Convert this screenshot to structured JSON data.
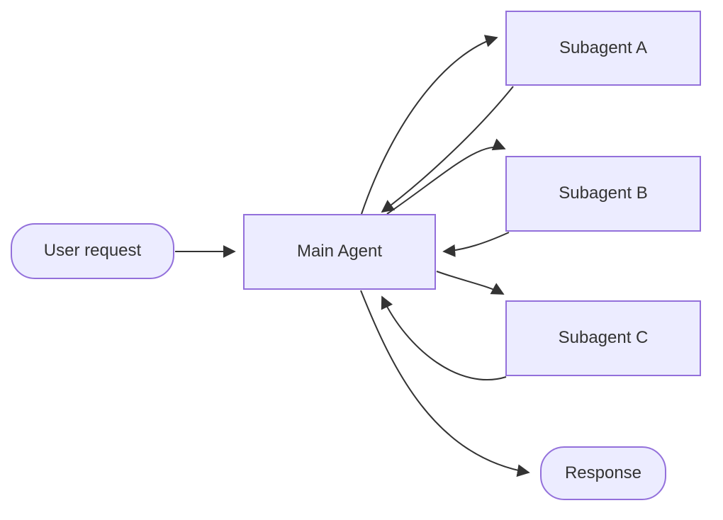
{
  "diagram": {
    "type": "flowchart",
    "direction": "LR",
    "colors": {
      "background": "#ffffff",
      "node_fill": "#ECECFF",
      "node_border": "#9370DB",
      "edge_line": "#333333",
      "text": "#333333"
    },
    "nodes": [
      {
        "id": "user_request",
        "label": "User request",
        "shape": "stadium"
      },
      {
        "id": "main_agent",
        "label": "Main Agent",
        "shape": "rectangle"
      },
      {
        "id": "subagent_a",
        "label": "Subagent A",
        "shape": "rectangle"
      },
      {
        "id": "subagent_b",
        "label": "Subagent B",
        "shape": "rectangle"
      },
      {
        "id": "subagent_c",
        "label": "Subagent C",
        "shape": "rectangle"
      },
      {
        "id": "response",
        "label": "Response",
        "shape": "stadium"
      }
    ],
    "edges": [
      {
        "from": "user_request",
        "to": "main_agent",
        "style": "arrow"
      },
      {
        "from": "main_agent",
        "to": "subagent_a",
        "style": "arrow"
      },
      {
        "from": "subagent_a",
        "to": "main_agent",
        "style": "arrow"
      },
      {
        "from": "main_agent",
        "to": "subagent_b",
        "style": "arrow"
      },
      {
        "from": "subagent_b",
        "to": "main_agent",
        "style": "arrow"
      },
      {
        "from": "main_agent",
        "to": "subagent_c",
        "style": "arrow"
      },
      {
        "from": "subagent_c",
        "to": "main_agent",
        "style": "arrow"
      },
      {
        "from": "main_agent",
        "to": "response",
        "style": "arrow"
      }
    ]
  }
}
